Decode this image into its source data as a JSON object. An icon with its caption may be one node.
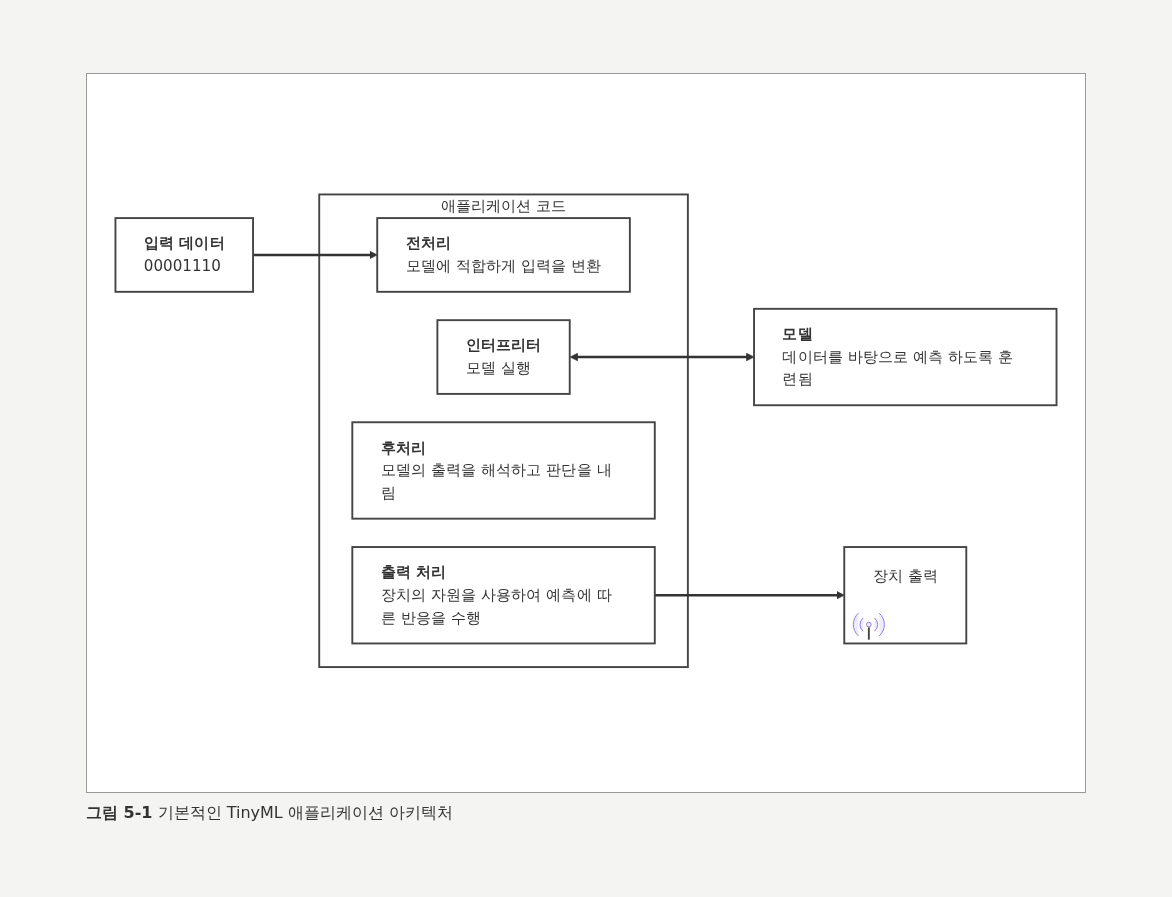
{
  "diagram": {
    "caption": "**그림 5-1** 기본적인 TinyML 애플리케이션 아키텍처",
    "nodes": [
      {
        "text": [
          "입력 데이터",
          "00001110"
        ]
      },
      {
        "text": [
          "애플리케이션 코드"
        ]
      },
      {
        "text": [
          "전처리",
          "모델에 적합하게 입력을 변환"
        ],
        "in": 1
      },
      {
        "text": [
          "인터프리터",
          "모델 실행"
        ],
        "in": 1
      },
      {
        "text": [
          "후처리",
          "모델의 출력을 해석하고 판단을 내림"
        ],
        "in": 1
      },
      {
        "text": [
          "출력 처리",
          "장치의 자원을 사용하여 예측에 따른 반응을 수행"
        ],
        "in": 1
      },
      {
        "text": [
          "모델",
          "데이터를 바탕으로 예측 하도록 훈련됨"
        ]
      },
      {
        "text": [
          "장치 출력"
        ]
      }
    ],
    "edges": [
      {
        "from": 0,
        "to": 2,
        "arrow": "to"
      },
      {
        "from": 3,
        "to": 6,
        "arrow": "both"
      },
      {
        "from": 5,
        "to": 7,
        "arrow": "to"
      }
    ]
  }
}
